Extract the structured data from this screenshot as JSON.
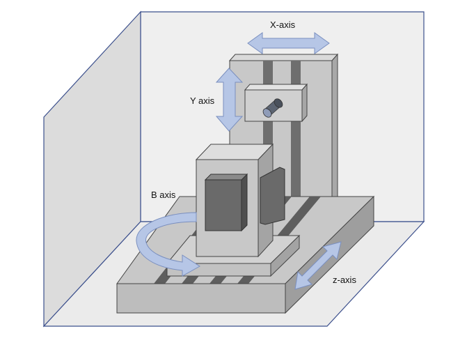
{
  "diagram": {
    "labels": {
      "x_axis": "X-axis",
      "y_axis": "Y axis",
      "b_axis": "B axis",
      "z_axis": "z-axis"
    },
    "colors": {
      "background": "#ffffff",
      "wall_light": "#efefef",
      "wall_dark": "#dcdcdc",
      "room_edge": "#3b4f8c",
      "column": "#c8c8c8",
      "rail": "#6e6e6e",
      "head_block": "#d0d0d0",
      "spindle": "#5c6472",
      "table_top": "#c8c8c8",
      "table_front": "#b8b8b8",
      "table_side": "#9e9e9e",
      "motor_face": "#6a6a6a",
      "arrow_fill": "#b6c6e6",
      "arrow_stroke": "#7a8fbf"
    },
    "icons": {
      "x_axis_arrow": "double-arrow-horizontal",
      "y_axis_arrow": "double-arrow-vertical",
      "z_axis_arrow": "double-arrow-diagonal",
      "b_axis_arrow": "curved-rotation-arrow"
    }
  }
}
